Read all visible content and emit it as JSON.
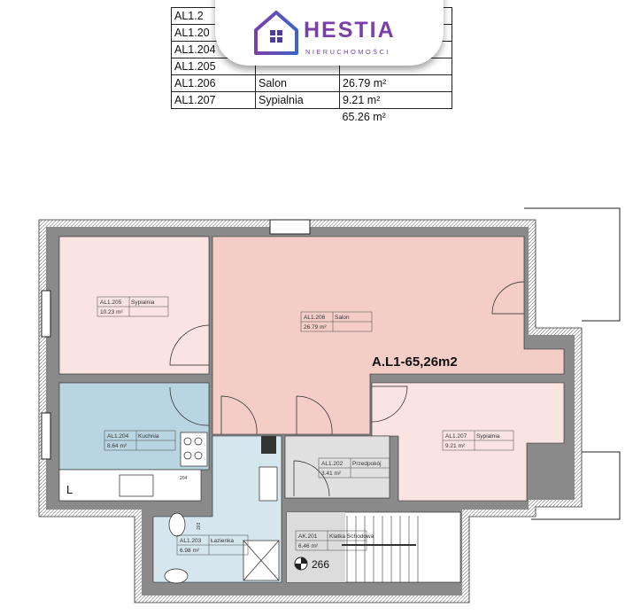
{
  "logo": {
    "title": "HESTIA",
    "subtitle": "NIERUCHOMOŚCI",
    "color": "#7b3fa8"
  },
  "table": {
    "rows": [
      {
        "id": "AL1.2",
        "name": "",
        "area": ""
      },
      {
        "id": "AL1.20",
        "name": "",
        "area": ""
      },
      {
        "id": "AL1.204",
        "name": "",
        "area": ""
      },
      {
        "id": "AL1.205",
        "name": "",
        "area": ""
      },
      {
        "id": "AL1.206",
        "name": "Salon",
        "area": "26.79 m²"
      },
      {
        "id": "AL1.207",
        "name": "Sypialnia",
        "area": "9.21 m²"
      }
    ],
    "total": "65.26 m²"
  },
  "plan": {
    "apartment_label": "A.L1-65,26m2",
    "rooms": [
      {
        "id": "AL1.205",
        "name": "Sypialnia",
        "area": "10.23 m²",
        "color": "#f9e4e1"
      },
      {
        "id": "AL1.206",
        "name": "Salon",
        "area": "26.79 m²",
        "color": "#f4cdc7"
      },
      {
        "id": "AL1.204",
        "name": "Kuchnia",
        "area": "8.64 m²",
        "color": "#b9d5e2"
      },
      {
        "id": "AL1.207",
        "name": "Sypialnia",
        "area": "9.21 m²",
        "color": "#f9e4e1"
      },
      {
        "id": "AL1.202",
        "name": "Przedpokój",
        "area": "3.41 m²",
        "color": "#e0e0e0"
      },
      {
        "id": "AL1.203",
        "name": "Łazienka",
        "area": "6.98 m²",
        "color": "#d5e6ef"
      },
      {
        "id": "AK.201",
        "name": "Klatka Schodowa",
        "area": "6.46 m²",
        "color": "#dcdcdc"
      }
    ],
    "marks": {
      "kitchen_l": "L",
      "level": "266",
      "tag204": "204",
      "tag203": "203"
    }
  }
}
